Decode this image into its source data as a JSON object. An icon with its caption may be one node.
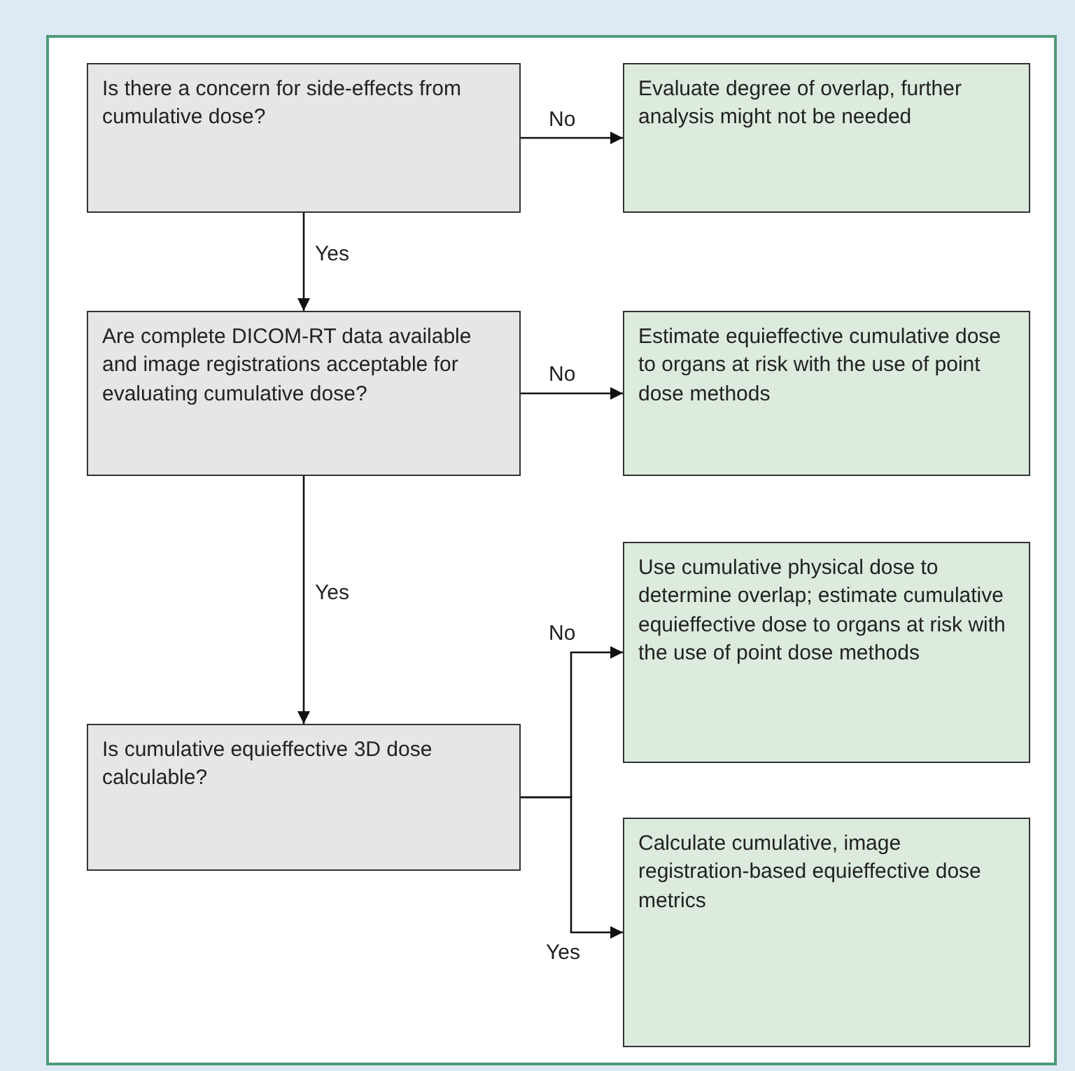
{
  "diagram": {
    "nodes": [
      {
        "text": [
          "Is there a concern for side-effects from cumulative dose?"
        ]
      },
      {
        "text": [
          "Evaluate degree of overlap, further analysis might not be needed"
        ]
      },
      {
        "text": [
          "Are complete DICOM-RT data available and image registrations acceptable for evaluating cumulative dose?"
        ]
      },
      {
        "text": [
          "Estimate equieffective cumulative dose to organs at risk with the use of point dose methods"
        ]
      },
      {
        "text": [
          "Is cumulative equieffective 3D dose calculable?"
        ]
      },
      {
        "text": [
          "Use cumulative physical dose to determine overlap; estimate cumulative equieffective dose to organs at risk with the use of point dose methods"
        ]
      },
      {
        "text": [
          "Calculate cumulative, image registration-based equieffective dose metrics"
        ]
      }
    ],
    "edges": [
      {
        "from": 0,
        "to": 1,
        "arrow": "to",
        "label": "No"
      },
      {
        "from": 0,
        "to": 2,
        "arrow": "to",
        "label": "Yes"
      },
      {
        "from": 2,
        "to": 3,
        "arrow": "to",
        "label": "No"
      },
      {
        "from": 2,
        "to": 4,
        "arrow": "to",
        "label": "Yes"
      },
      {
        "from": 4,
        "to": 5,
        "arrow": "to",
        "label": "No"
      },
      {
        "from": 4,
        "to": 6,
        "arrow": "to",
        "label": "Yes"
      }
    ]
  }
}
